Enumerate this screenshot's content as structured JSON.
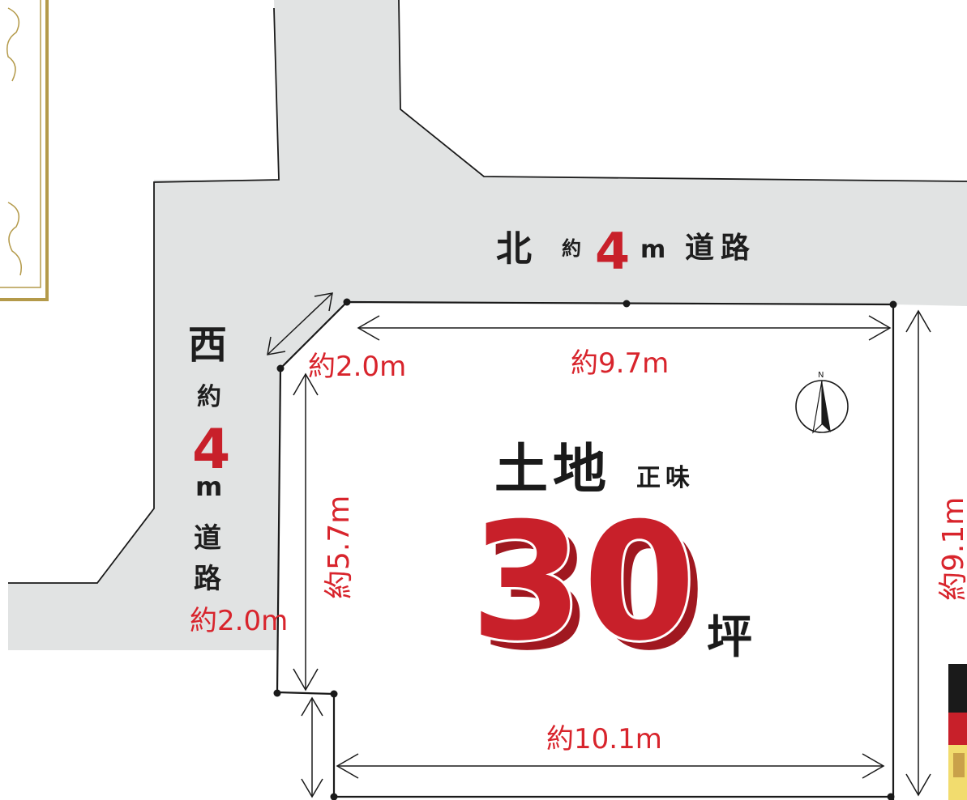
{
  "roads": {
    "north": {
      "direction": "北",
      "prefix": "約",
      "width": "4",
      "unit": "m",
      "name": "道路"
    },
    "west": {
      "direction": "西",
      "prefix": "約",
      "width": "4",
      "unit": "m",
      "name1": "道",
      "name2": "路"
    }
  },
  "dimensions": {
    "top": "約9.7m",
    "bottom": "約10.1m",
    "corner_top": "約2.0m",
    "corner_bottom": "約2.0m",
    "left": "約5.7m",
    "right": "約9.1m"
  },
  "land": {
    "label": "土地",
    "sub_label": "正味",
    "area": "30",
    "unit": "坪"
  },
  "compass": {
    "north_letter": "N"
  },
  "colors": {
    "road": "#e1e3e3",
    "accent_red": "#c8202a",
    "dimension_red": "#d8242c",
    "frame_gold": "#b49a4a"
  }
}
